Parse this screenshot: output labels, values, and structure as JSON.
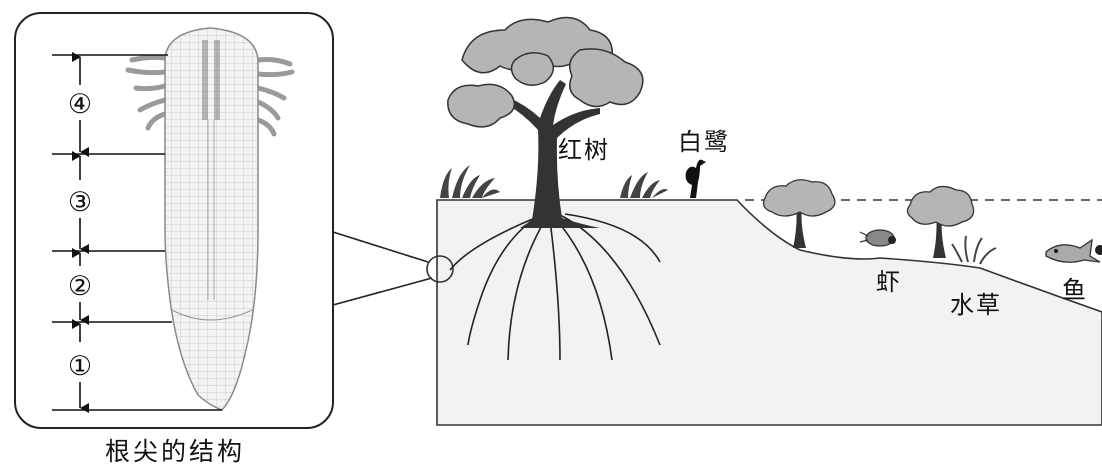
{
  "root_tip": {
    "caption": "根尖的结构",
    "zones": [
      {
        "marker": "④"
      },
      {
        "marker": "③"
      },
      {
        "marker": "②"
      },
      {
        "marker": "①"
      }
    ]
  },
  "ecosystem": {
    "labels": {
      "mangrove": "红树",
      "egret": "白鹭",
      "shrimp": "虾",
      "waterweed": "水草",
      "fish": "鱼"
    }
  },
  "icons": [
    "mangrove-tree-icon",
    "egret-icon",
    "shrimp-icon",
    "fish-icon",
    "grass-icon",
    "magnifier-circle-icon"
  ]
}
